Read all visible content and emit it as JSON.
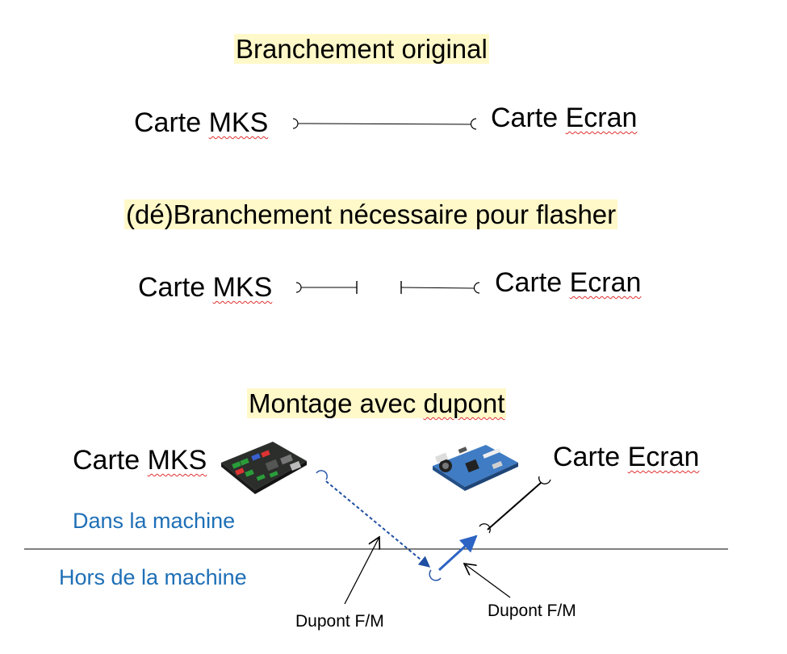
{
  "sections": {
    "original": {
      "title": "Branchement original",
      "left_card": {
        "prefix": "Carte ",
        "word": "MKS"
      },
      "right_card": {
        "prefix": "Carte ",
        "word": "Ecran"
      }
    },
    "flash": {
      "title": "(dé)Branchement nécessaire pour flasher",
      "left_card": {
        "prefix": "Carte ",
        "word": "MKS"
      },
      "right_card": {
        "prefix": "Carte ",
        "word": "Ecran"
      }
    },
    "dupont": {
      "title_prefix": "Montage avec ",
      "title_word": "dupont",
      "left_card": {
        "prefix": "Carte ",
        "word": "MKS"
      },
      "right_card": {
        "prefix": "Carte ",
        "word": "Ecran"
      },
      "zone_inside": "Dans la machine",
      "zone_outside": "Hors de la machine",
      "connector_left": "Dupont F/M",
      "connector_right": "Dupont F/M"
    }
  },
  "colors": {
    "title_highlight": "#fff8c9",
    "zone_text": "#1e6fb6",
    "dupont_wire": "#1f4fa3",
    "spellcheck": "#e03030"
  }
}
